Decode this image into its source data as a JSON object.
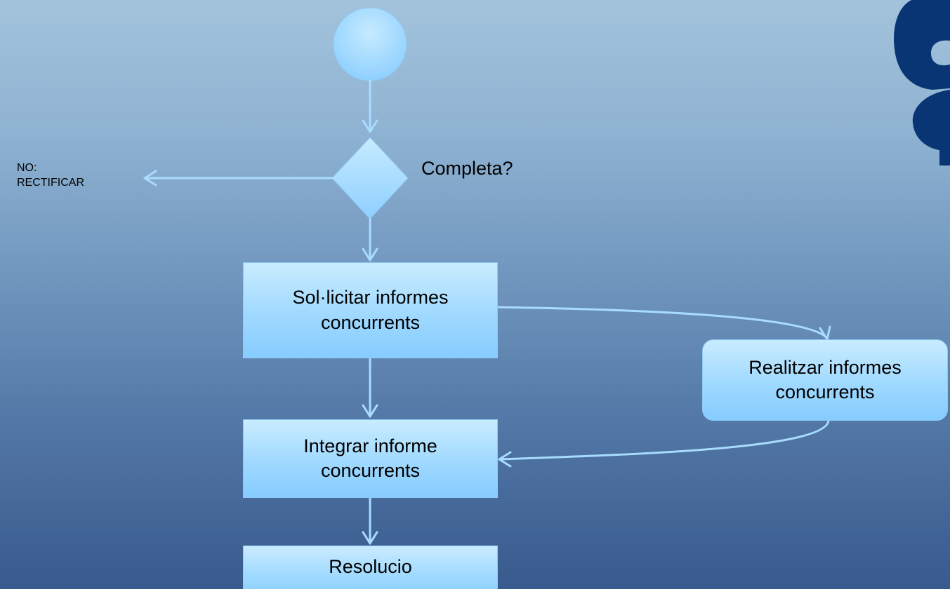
{
  "diagram": {
    "decision": {
      "label": "Completa?"
    },
    "no_branch": {
      "line1": "NO:",
      "line2": "RECTIFICAR"
    },
    "nodes": {
      "sollicitar": {
        "line1": "Sol·licitar informes",
        "line2": "concurrents"
      },
      "realitzar": {
        "line1": "Realitzar informes",
        "line2": "concurrents"
      },
      "integrar": {
        "line1": "Integrar informe",
        "line2": "concurrents"
      },
      "resolucio": {
        "line1": "Resolucio"
      }
    }
  },
  "colors": {
    "background_top": "#a3c3dc",
    "background_bottom": "#385a8d",
    "node_fill": "#9fd9ff",
    "connector": "#a8dcff",
    "logo": "#0a3575"
  },
  "icons": {
    "logo": "brand-logo-fragment"
  }
}
